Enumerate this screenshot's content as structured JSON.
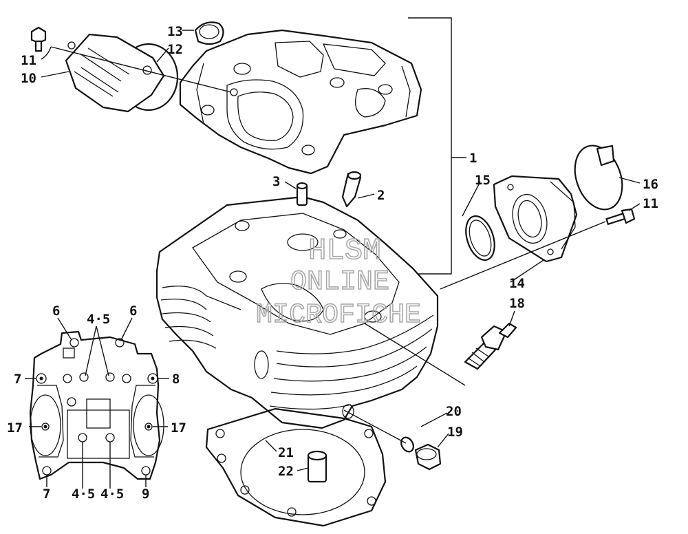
{
  "callouts": {
    "c1": "1",
    "c2": "2",
    "c3": "3",
    "c6a": "6",
    "c6b": "6",
    "c45a": "4·5",
    "c45b": "4·5",
    "c45c": "4·5",
    "c7a": "7",
    "c7b": "7",
    "c8": "8",
    "c9": "9",
    "c10": "10",
    "c11a": "11",
    "c11b": "11",
    "c12": "12",
    "c13": "13",
    "c14": "14",
    "c15": "15",
    "c16": "16",
    "c17a": "17",
    "c17b": "17",
    "c18": "18",
    "c19": "19",
    "c20": "20",
    "c21": "21",
    "c22": "22"
  },
  "watermark": {
    "line1": "HLSM",
    "line2": "ONLINE",
    "line3": "MICROFICHE"
  }
}
